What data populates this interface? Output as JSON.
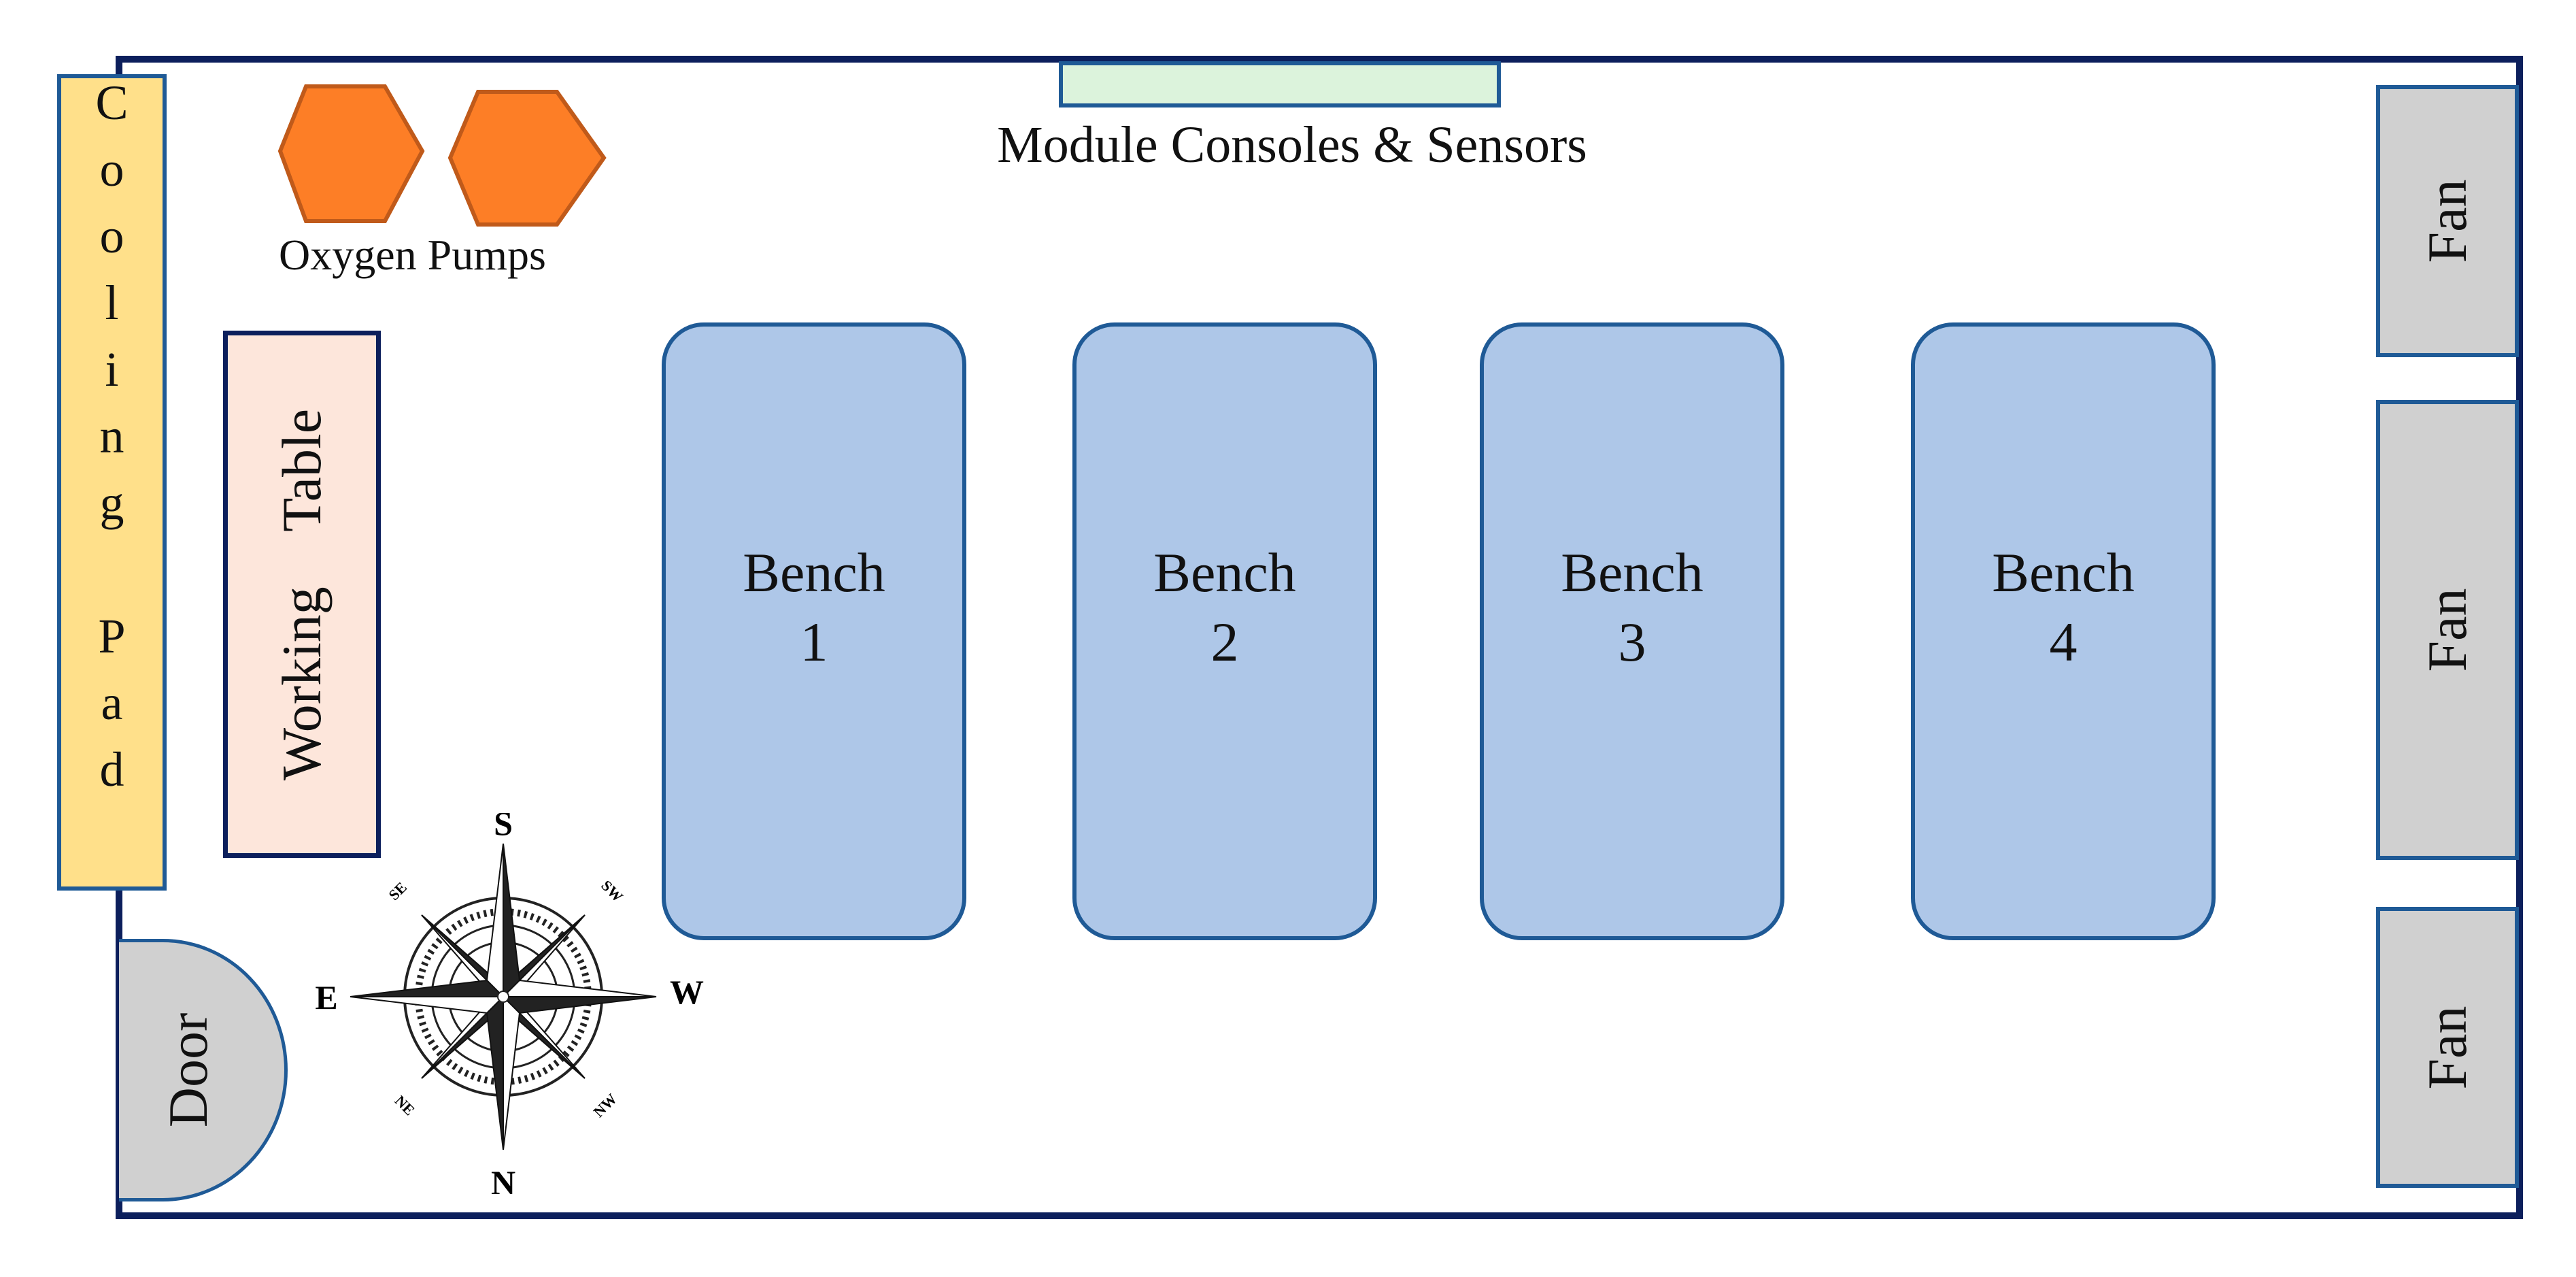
{
  "cooling_pad": {
    "letters": [
      "C",
      "o",
      "o",
      "l",
      "i",
      "n",
      "g",
      "",
      "P",
      "a",
      "d"
    ]
  },
  "oxygen_pumps": {
    "label": "Oxygen Pumps",
    "color": "#fd7e26"
  },
  "module_consoles": {
    "label": "Module Consoles & Sensors"
  },
  "working_table": {
    "label": "Working    Table"
  },
  "benches": [
    {
      "name": "Bench",
      "number": "1"
    },
    {
      "name": "Bench",
      "number": "2"
    },
    {
      "name": "Bench",
      "number": "3"
    },
    {
      "name": "Bench",
      "number": "4"
    }
  ],
  "fans": [
    "Fan",
    "Fan",
    "Fan"
  ],
  "door": {
    "label": "Door"
  },
  "compass": {
    "n": "N",
    "s": "S",
    "e": "E",
    "w": "W",
    "ne": "NE",
    "nw": "NW",
    "se": "SE",
    "sw": "SW"
  },
  "colors": {
    "wall": "#0c1f5c",
    "bench": "#aec7e8",
    "border": "#1f5a96",
    "cooling": "#ffe08a",
    "table": "#fde6db",
    "console": "#dcf3dc",
    "fan": "#d0d0d0"
  }
}
